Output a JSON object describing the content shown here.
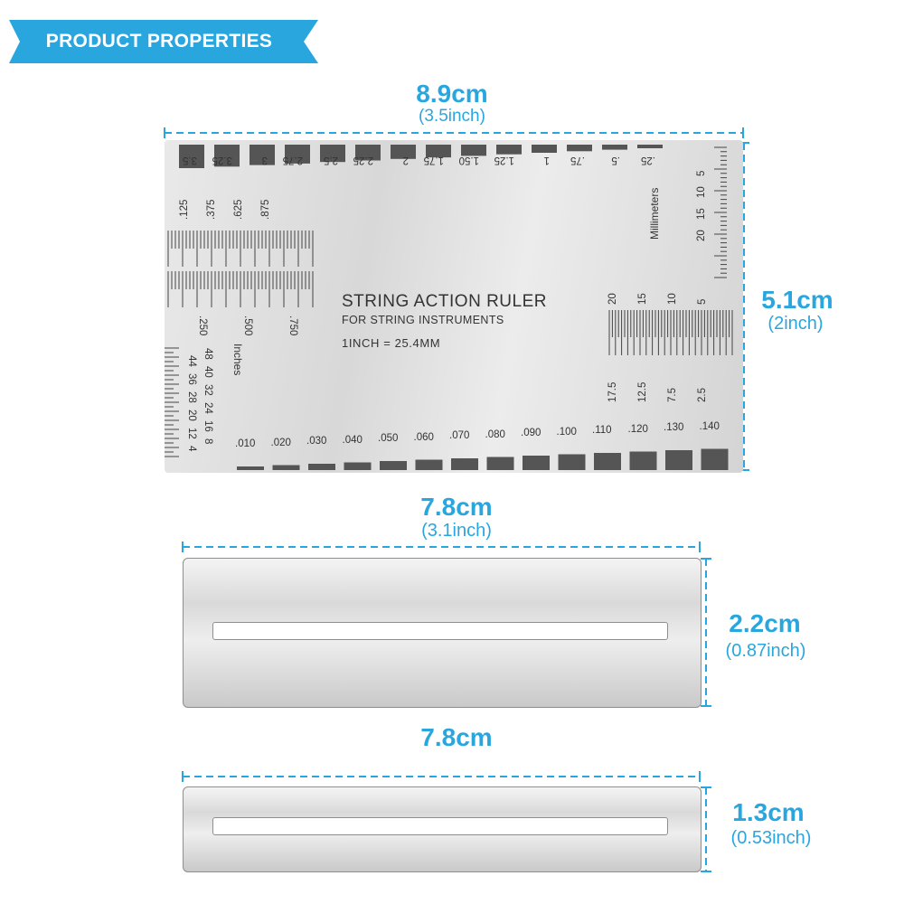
{
  "banner": {
    "label": "PRODUCT PROPERTIES",
    "color": "#2aa6df"
  },
  "accent_color": "#2aa6df",
  "ruler": {
    "width": {
      "cm": "8.9cm",
      "inch": "(3.5inch)"
    },
    "height": {
      "cm": "5.1cm",
      "inch": "(2inch)"
    },
    "title": "STRING ACTION RULER",
    "subtitle": "FOR STRING INSTRUMENTS",
    "conversion": "1INCH = 25.4MM",
    "millimeters_label": "Millimeters",
    "inches_label": "Inches",
    "top_gauges": [
      "3.5",
      "3.25",
      "3",
      "2.75",
      "2.5",
      "2.25",
      "2",
      "1.75",
      "1.50",
      "1.25",
      "1",
      ".75",
      ".5",
      ".25"
    ],
    "inch_fractions_top": [
      ".125",
      ".375",
      ".625",
      ".875"
    ],
    "inch_fractions_bottom": [
      ".250",
      ".500",
      ".750"
    ],
    "radius_values": [
      "48",
      "40",
      "32",
      "24",
      "16",
      "8",
      "44",
      "36",
      "28",
      "20",
      "12",
      "4"
    ],
    "mm_scale": [
      "5",
      "10",
      "15",
      "20"
    ],
    "mm_gauge_top": [
      "20",
      "15",
      "10",
      "5"
    ],
    "mm_gauge_bottom": [
      "17.5",
      "12.5",
      "7.5",
      "2.5"
    ],
    "bottom_gauges": [
      ".010",
      ".020",
      ".030",
      ".040",
      ".050",
      ".060",
      ".070",
      ".080",
      ".090",
      ".100",
      ".110",
      ".120",
      ".130",
      ".140"
    ]
  },
  "file_large": {
    "width": {
      "cm": "7.8cm",
      "inch": "(3.1inch)"
    },
    "height": {
      "cm": "2.2cm",
      "inch": "(0.87inch)"
    }
  },
  "file_small": {
    "width": {
      "cm": "7.8cm"
    },
    "height": {
      "cm": "1.3cm",
      "inch": "(0.53inch)"
    }
  }
}
